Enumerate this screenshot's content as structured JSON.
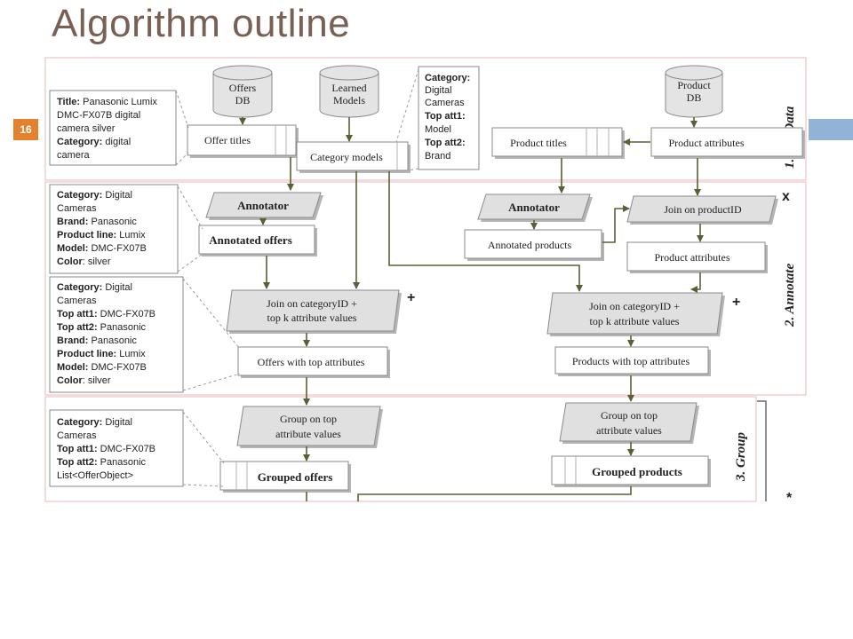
{
  "slide": {
    "title": "Algorithm outline",
    "number": "16"
  },
  "databases": {
    "offers": [
      "Offers",
      "DB"
    ],
    "learned": [
      "Learned",
      "Models"
    ],
    "product": [
      "Product",
      "DB"
    ]
  },
  "stage1": {
    "label": "1. Get Data",
    "offer_titles": "Offer titles",
    "category_models": "Category models",
    "product_titles": "Product titles",
    "product_attributes": "Product attributes",
    "offer_note": [
      {
        "b": "Title:",
        "t": " Panasonic Lumix"
      },
      {
        "b": "",
        "t": "DMC-FX07B digital"
      },
      {
        "b": "",
        "t": "camera silver"
      },
      {
        "b": "Category:",
        "t": " digital"
      },
      {
        "b": "",
        "t": "camera"
      }
    ],
    "model_note": [
      {
        "b": "Category:",
        "t": ""
      },
      {
        "b": "",
        "t": "Digital"
      },
      {
        "b": "",
        "t": "Cameras"
      },
      {
        "b": "Top att1:",
        "t": ""
      },
      {
        "b": "",
        "t": "Model"
      },
      {
        "b": "Top att2:",
        "t": ""
      },
      {
        "b": "",
        "t": "Brand"
      }
    ]
  },
  "stage2": {
    "label": "2. Annotate",
    "annotator_left": "Annotator",
    "annotated_offers": "Annotated offers",
    "annotator_right": "Annotator",
    "annotated_products": "Annotated products",
    "join_product_id": "Join on productID",
    "product_attributes": "Product attributes",
    "join_left": [
      "Join on categoryID +",
      "top k attribute values"
    ],
    "join_right": [
      "Join on categoryID +",
      "top k attribute values"
    ],
    "offers_top": "Offers with top attributes",
    "products_top": "Products with top attributes",
    "mark_x": "x",
    "mark_plus_left": "+",
    "mark_plus_right": "+",
    "annot_note": [
      {
        "b": "Category:",
        "t": " Digital"
      },
      {
        "b": "",
        "t": "Cameras"
      },
      {
        "b": "Brand:",
        "t": " Panasonic"
      },
      {
        "b": "Product line:",
        "t": " Lumix"
      },
      {
        "b": "Model:",
        "t": " DMC-FX07B"
      },
      {
        "b": "Color",
        "t": ": silver"
      }
    ],
    "top_note": [
      {
        "b": "Category:",
        "t": " Digital"
      },
      {
        "b": "",
        "t": "Cameras"
      },
      {
        "b": "Top att1:",
        "t": " DMC-FX07B"
      },
      {
        "b": "Top att2:",
        "t": " Panasonic"
      },
      {
        "b": "Brand:",
        "t": " Panasonic"
      },
      {
        "b": "Product line:",
        "t": " Lumix"
      },
      {
        "b": "Model:",
        "t": " DMC-FX07B"
      },
      {
        "b": "Color",
        "t": ": silver"
      }
    ]
  },
  "stage3": {
    "label": "3. Group",
    "group_left": [
      "Group on top",
      "attribute values"
    ],
    "group_right": [
      "Group on top",
      "attribute values"
    ],
    "grouped_offers": "Grouped offers",
    "grouped_products": "Grouped products",
    "mark_star": "*",
    "group_note": [
      {
        "b": "Category:",
        "t": " Digital"
      },
      {
        "b": "",
        "t": "Cameras"
      },
      {
        "b": "Top att1:",
        "t": " DMC-FX07B"
      },
      {
        "b": "Top att2:",
        "t": " Panasonic"
      },
      {
        "b": "",
        "t": "List<OfferObject>"
      }
    ]
  }
}
